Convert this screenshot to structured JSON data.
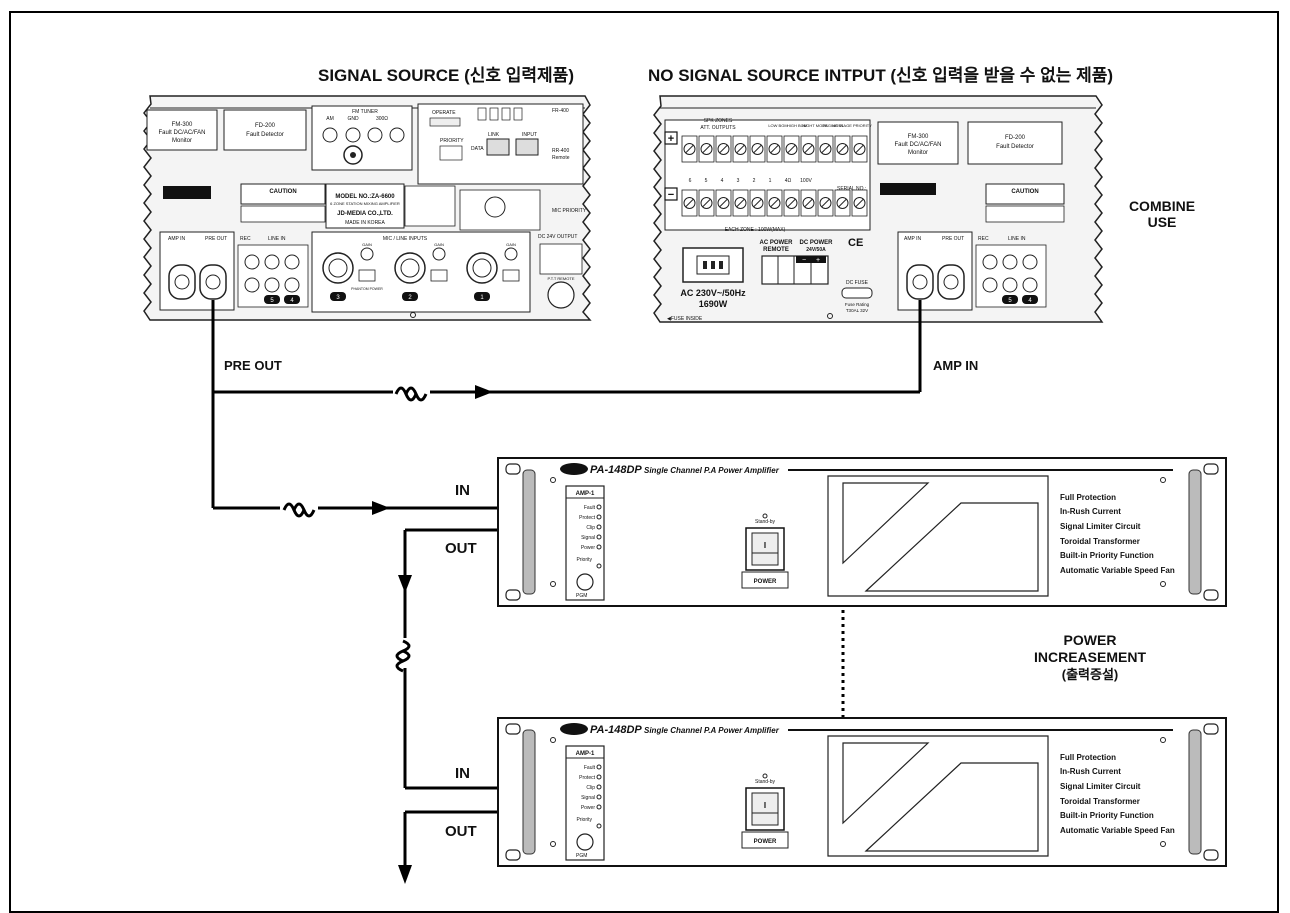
{
  "headings": {
    "signal_source": "SIGNAL SOURCE (신호 입력제품)",
    "no_signal_source": "NO SIGNAL SOURCE INTPUT (신호 입력을 받을 수 없는 제품)",
    "combine_use_1": "COMBINE",
    "combine_use_2": "USE",
    "power_inc_1": "POWER",
    "power_inc_2": "INCREASEMENT",
    "power_inc_3": "(출력증설)"
  },
  "wire_labels": {
    "pre_out": "PRE OUT",
    "amp_in": "AMP IN",
    "in_1": "IN",
    "out_1": "OUT",
    "in_2": "IN",
    "out_2": "OUT"
  },
  "source_panel": {
    "fm300_1": "FM-300",
    "fm300_2": "Fault DC/AC/FAN",
    "fm300_3": "Monitor",
    "fd200_1": "FD-200",
    "fd200_2": "Fault Detector",
    "fm_tuner": "FM TUNER",
    "ant_am": "AM",
    "ant_gnd": "GND",
    "ant_fm": "300Ω",
    "operate": "OPERATE",
    "link": "LINK",
    "input": "INPUT",
    "rr400": "RR-400",
    "rr400_sub": "Remote",
    "fr400": "FR-400",
    "priority": "PRIORITY",
    "data": "DATA",
    "caution": "CAUTION",
    "model": "MODEL NO.:ZA-6600",
    "model_sub": "6 ZONE STATION MIXING AMPLIFIER",
    "maker": "JD-MEDIA CO.,LTD.",
    "made_in": "MADE IN KOREA",
    "amp_in": "AMP IN",
    "pre_out": "PRE OUT",
    "rec": "REC",
    "line_in": "LINE IN",
    "mic_line": "MIC / LINE INPUTS",
    "gain": "GAIN",
    "phantom": "PHANTOM POWER",
    "mic_priority": "MIC PRIORITY",
    "dc24": "DC 24V OUTPUT",
    "ptt": "P.T.T REMOTE",
    "ch_labels": [
      "3",
      "2",
      "1"
    ],
    "line_ch": [
      "5",
      "4"
    ]
  },
  "nosource_panel": {
    "spk_zones": "SPK ZONES",
    "att_outputs": "ATT. OUTPUTS",
    "low_bgm": "LOW BGM",
    "high_bgm": "HIGH BGM",
    "night_mode": "NIGHT MODE",
    "paging_in": "PAGING IN",
    "message": "MESSAGE PRIORITY",
    "zone_nums": [
      "6",
      "5",
      "4",
      "3",
      "2",
      "1",
      "4Ω",
      "100V"
    ],
    "each_zone": "EACH ZONE : 100W(MAX)",
    "ac_label": "AC 230V~/50Hz",
    "ac_watt": "1690W",
    "fuse_inside": "◀FUSE INSIDE",
    "ac_remote_1": "AC POWER",
    "ac_remote_2": "REMOTE",
    "dc_power_1": "DC  POWER",
    "dc_power_2": "24V/50A",
    "dc_fuse": "DC FUSE",
    "fuse_rating": "Fuse Rating",
    "fuse_value": "T30AL 32V",
    "fm300_1": "FM-300",
    "fm300_2": "Fault DC/AC/FAN",
    "fm300_3": "Monitor",
    "fd200_1": "FD-200",
    "fd200_2": "Fault Detector",
    "serial": "SERIAL NO.:",
    "caution": "CAUTION",
    "amp_in": "AMP IN",
    "pre_out": "PRE OUT",
    "rec": "REC",
    "line_in": "LINE IN",
    "line_ch": [
      "5",
      "4"
    ]
  },
  "amplifier": {
    "model": "PA-148DP",
    "desc": "Single Channel P.A Power Amplifier",
    "amp_label": "AMP-1",
    "leds": [
      "Fault",
      "Protect",
      "Clip",
      "Signal",
      "Power"
    ],
    "priority": "Priority",
    "pgm": "PGM",
    "standby": "Stand-by",
    "switch_mark": "I",
    "power": "POWER",
    "features": [
      "Full Protection",
      "In-Rush Current",
      "Signal Limiter Circuit",
      "Toroidal Transformer",
      "Built-in Priority Function",
      "Automatic Variable Speed Fan"
    ]
  }
}
